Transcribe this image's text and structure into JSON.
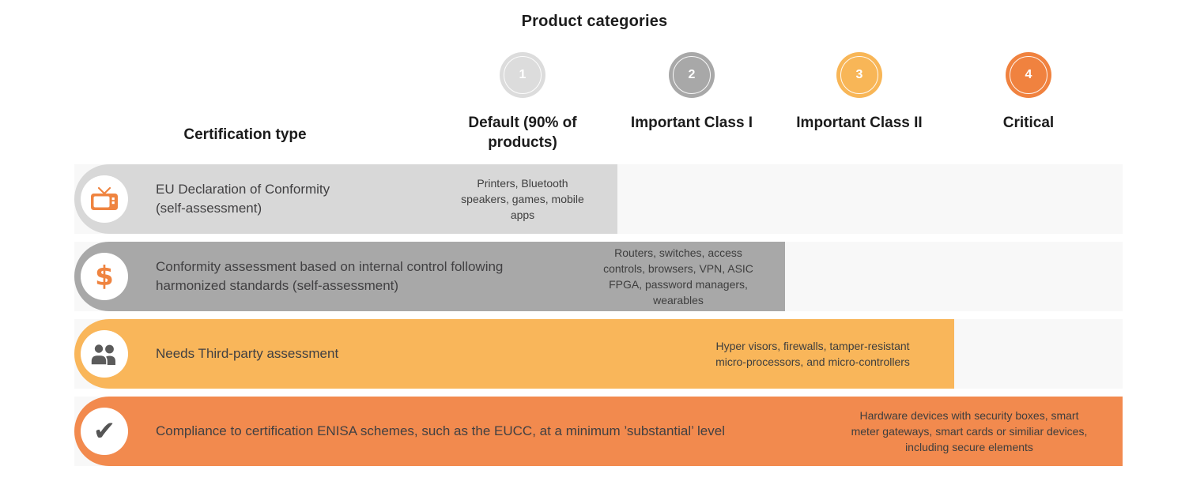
{
  "title": "Product categories",
  "header": {
    "certification_type": "Certification type",
    "categories": [
      {
        "number": "1",
        "label_lines": [
          "Default (90% of",
          "products)"
        ],
        "color": "#dcdcdc"
      },
      {
        "number": "2",
        "label_lines": [
          "Important Class I"
        ],
        "color": "#a8a8a8"
      },
      {
        "number": "3",
        "label_lines": [
          "Important Class II"
        ],
        "color": "#f8b657"
      },
      {
        "number": "4",
        "label_lines": [
          "Critical"
        ],
        "color": "#f0823f"
      }
    ]
  },
  "rows": [
    {
      "icon": "tv-icon",
      "color": "#d8d8d8",
      "label_lines": [
        "EU Declaration of Conformity",
        "(self-assessment)"
      ],
      "products_lines": [
        "Printers, Bluetooth",
        "speakers, games, mobile",
        "apps"
      ]
    },
    {
      "icon": "dollar-icon",
      "color": "#a8a8a8",
      "label_lines": [
        "Conformity assessment based on internal control following",
        "harmonized standards (self-assessment)"
      ],
      "products_lines": [
        "Routers, switches, access",
        "controls, browsers, VPN, ASIC",
        "FPGA, password managers,",
        "wearables"
      ]
    },
    {
      "icon": "people-icon",
      "color": "#f9b65a",
      "label_lines": [
        "Needs Third-party assessment"
      ],
      "products_lines": [
        "Hyper visors, firewalls, tamper-resistant",
        "micro-processors, and micro-controllers"
      ]
    },
    {
      "icon": "check-icon",
      "color": "#f28a4e",
      "label_lines": [
        "Compliance to certification ENISA schemes, such as the EUCC, at a minimum ’substantial’ level"
      ],
      "products_lines": [
        "Hardware devices with security boxes, smart",
        "meter gateways, smart cards or similiar devices,",
        "including secure elements"
      ]
    }
  ],
  "colors": {
    "track": "#f8f8f8",
    "icon_orange": "#ef8440",
    "icon_gray": "#5b5b5b",
    "heading_text": "#1b1b1b",
    "row_text": "#414042"
  }
}
